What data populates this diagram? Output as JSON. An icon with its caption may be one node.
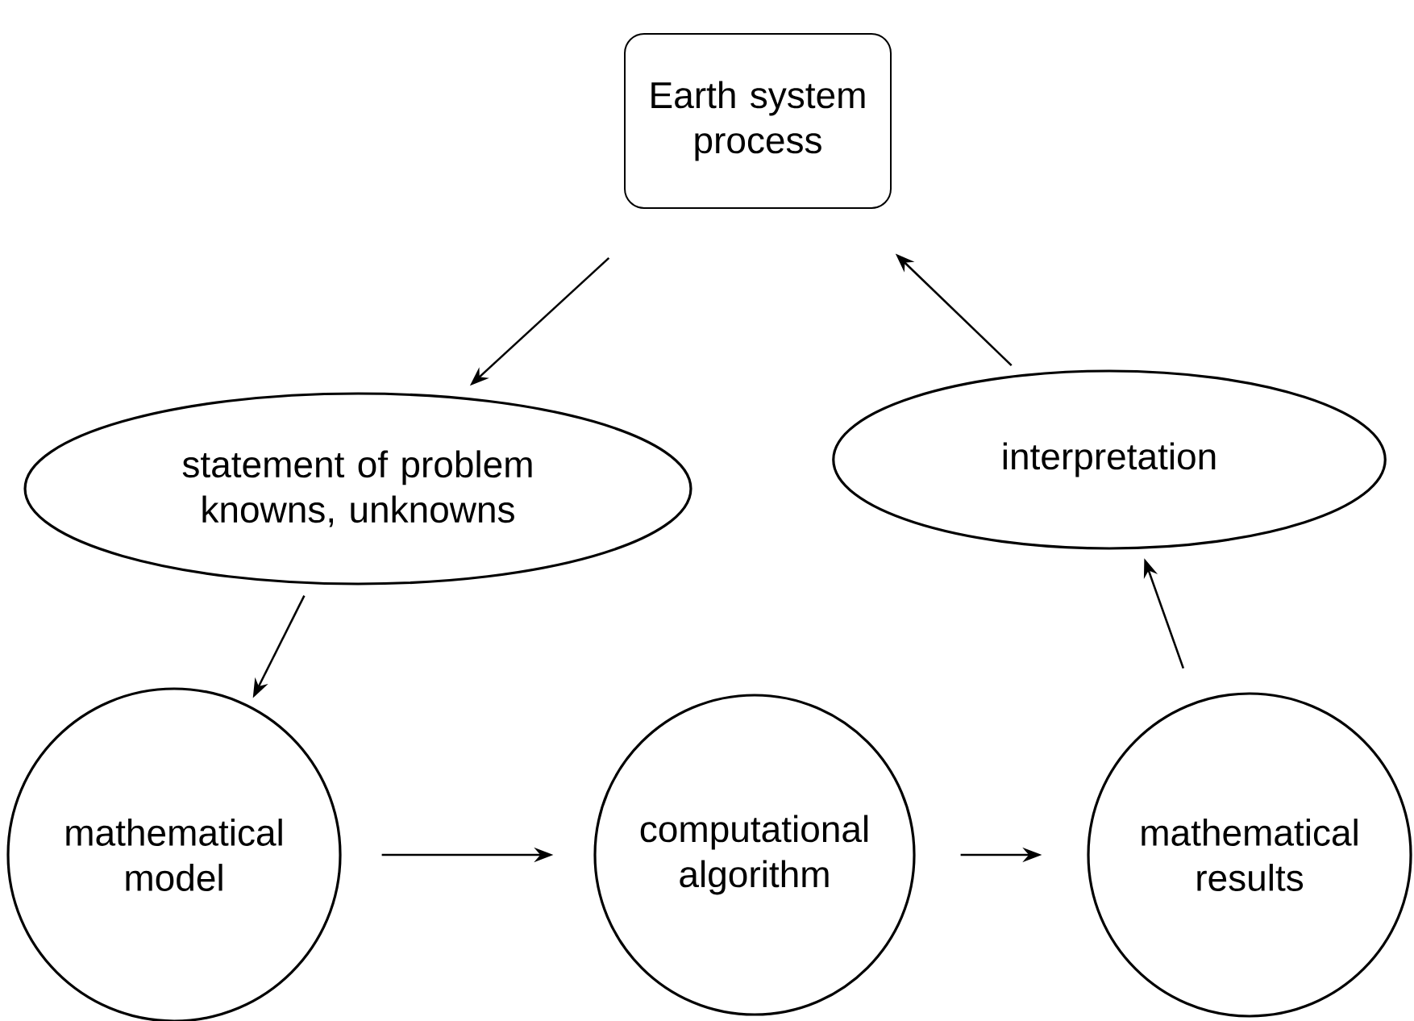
{
  "diagram": {
    "nodes": [
      {
        "text": [
          "Earth system process"
        ]
      },
      {
        "text": [
          "statement of problem knowns, unknowns"
        ]
      },
      {
        "text": [
          "interpretation"
        ]
      },
      {
        "text": [
          "mathematical model"
        ]
      },
      {
        "text": [
          "computational algorithm"
        ]
      },
      {
        "text": [
          "mathematical results"
        ]
      }
    ],
    "edges": [
      {
        "from": 0,
        "to": 1,
        "arrow": "to"
      },
      {
        "from": 1,
        "to": 3,
        "arrow": "to"
      },
      {
        "from": 3,
        "to": 4,
        "arrow": "to"
      },
      {
        "from": 4,
        "to": 5,
        "arrow": "to"
      },
      {
        "from": 5,
        "to": 2,
        "arrow": "to"
      },
      {
        "from": 2,
        "to": 0,
        "arrow": "to"
      }
    ]
  }
}
